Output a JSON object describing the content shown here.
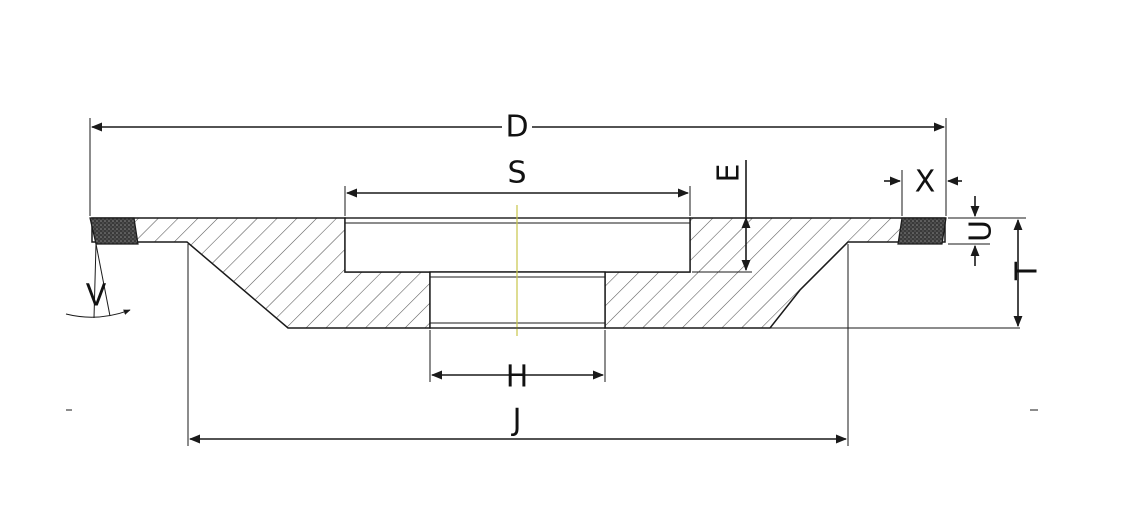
{
  "labels": {
    "D": "D",
    "S": "S",
    "E": "E",
    "X": "X",
    "U": "U",
    "T": "T",
    "V": "V",
    "H": "H",
    "J": "J"
  },
  "colors": {
    "line": "#1a1a1a",
    "hatch": "#444444",
    "segment": "#2e2e2e",
    "axis": "#c9c64a",
    "background": "#ffffff"
  }
}
